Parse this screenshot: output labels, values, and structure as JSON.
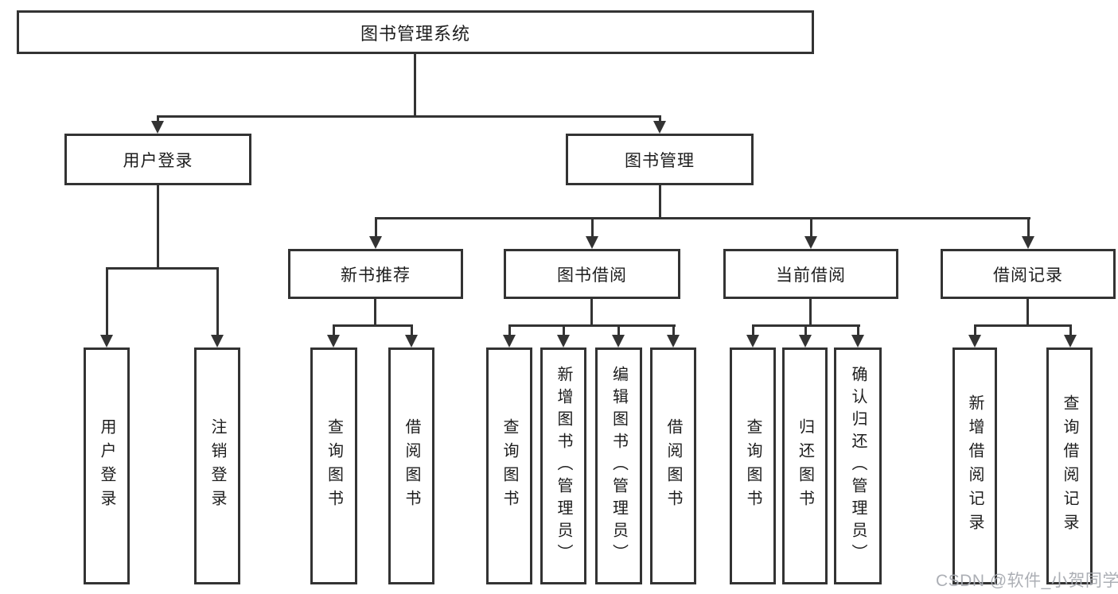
{
  "page": {
    "background_color": "#ffffff",
    "line_color": "#333333",
    "box_border_color": "#333333",
    "text_color": "#1d1d1d"
  },
  "watermark": {
    "text": "CSDN @软件_小贺同学",
    "color": "#a8abb1"
  },
  "tree": {
    "root": {
      "label": "图书管理系统"
    },
    "branches": [
      {
        "label": "用户登录",
        "children": [
          {
            "label": "用户登录"
          },
          {
            "label": "注销登录"
          }
        ]
      },
      {
        "label": "图书管理",
        "groups": [
          {
            "label": "新书推荐",
            "children": [
              {
                "label": "查询图书"
              },
              {
                "label": "借阅图书"
              }
            ]
          },
          {
            "label": "图书借阅",
            "children": [
              {
                "label": "查询图书"
              },
              {
                "label": "新增图书（管理员）"
              },
              {
                "label": "编辑图书（管理员）"
              },
              {
                "label": "借阅图书"
              }
            ]
          },
          {
            "label": "当前借阅",
            "children": [
              {
                "label": "查询图书"
              },
              {
                "label": "归还图书"
              },
              {
                "label": "确认归还（管理员）"
              }
            ]
          },
          {
            "label": "借阅记录",
            "children": [
              {
                "label": "新增借阅记录"
              },
              {
                "label": "查询借阅记录"
              }
            ]
          }
        ]
      }
    ]
  }
}
